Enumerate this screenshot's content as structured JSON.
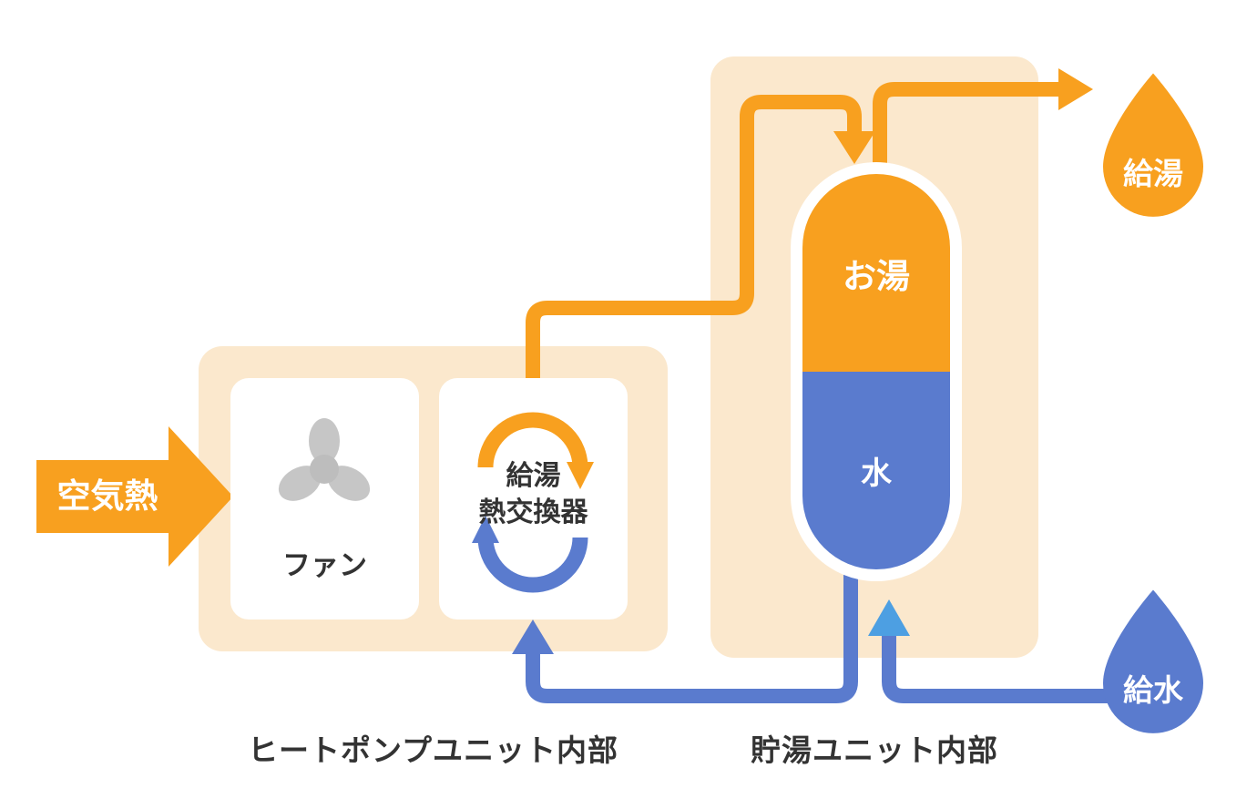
{
  "diagram": {
    "air_heat": {
      "label": "空気熱"
    },
    "heatpump_unit": {
      "caption": "ヒートポンプユニット内部",
      "fan_label": "ファン",
      "exchanger_label_line1": "給湯",
      "exchanger_label_line2": "熱交換器"
    },
    "storage_unit": {
      "caption": "貯湯ユニット内部",
      "tank_hot_label": "お湯",
      "tank_water_label": "水"
    },
    "outlets": {
      "hot_supply_label": "給湯",
      "water_feed_label": "給水"
    },
    "icons": {
      "fan": "fan-blades",
      "hot_cycle": "arc-arrow-clockwise",
      "cold_cycle": "arc-arrow-counterclockwise",
      "hot_supply": "water-drop",
      "water_feed": "water-drop"
    },
    "colors": {
      "orange": "#F8A01F",
      "cream": "#FBE8CD",
      "blue": "#5A7BCE",
      "light-blue": "#4D9FE2",
      "fan-gray": "#C6C6C6",
      "text": "#333333"
    }
  }
}
